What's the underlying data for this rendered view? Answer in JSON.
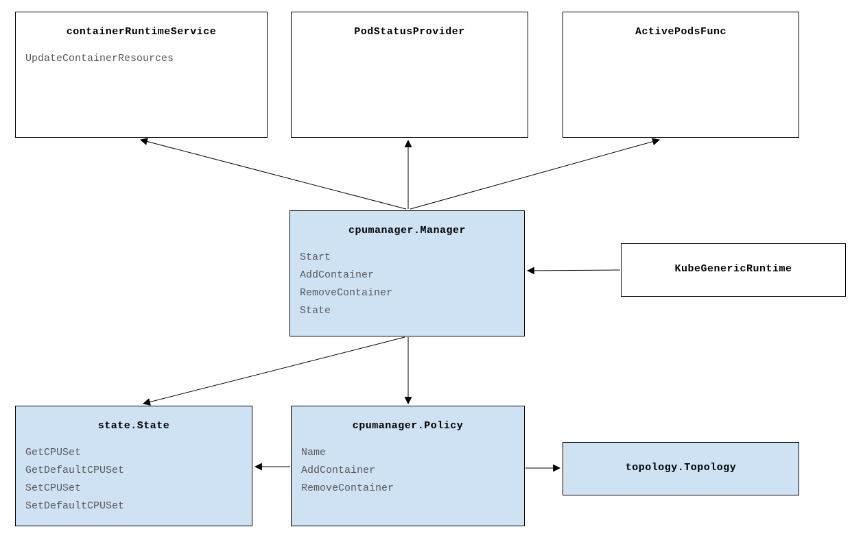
{
  "diagram": {
    "boxes": [
      {
        "title": "containerRuntimeService",
        "methods": [
          "UpdateContainerResources"
        ],
        "fill": "#ffffff"
      },
      {
        "title": "PodStatusProvider",
        "methods": [],
        "fill": "#ffffff"
      },
      {
        "title": "ActivePodsFunc",
        "methods": [],
        "fill": "#ffffff"
      },
      {
        "title": "cpumanager.Manager",
        "methods": [
          "Start",
          "AddContainer",
          "RemoveContainer",
          "State"
        ],
        "fill": "#cfe2f3"
      },
      {
        "title": "KubeGenericRuntime",
        "methods": [],
        "fill": "#ffffff"
      },
      {
        "title": "state.State",
        "methods": [
          "GetCPUSet",
          "GetDefaultCPUSet",
          "SetCPUSet",
          "SetDefaultCPUSet"
        ],
        "fill": "#cfe2f3"
      },
      {
        "title": "cpumanager.Policy",
        "methods": [
          "Name",
          "AddContainer",
          "RemoveContainer"
        ],
        "fill": "#cfe2f3"
      },
      {
        "title": "topology.Topology",
        "methods": [],
        "fill": "#cfe2f3"
      }
    ],
    "arrows": [
      {
        "from": "cpumanager.Manager",
        "to": "containerRuntimeService"
      },
      {
        "from": "cpumanager.Manager",
        "to": "PodStatusProvider"
      },
      {
        "from": "cpumanager.Manager",
        "to": "ActivePodsFunc"
      },
      {
        "from": "KubeGenericRuntime",
        "to": "cpumanager.Manager"
      },
      {
        "from": "cpumanager.Manager",
        "to": "state.State"
      },
      {
        "from": "cpumanager.Manager",
        "to": "cpumanager.Policy"
      },
      {
        "from": "cpumanager.Policy",
        "to": "state.State"
      },
      {
        "from": "cpumanager.Policy",
        "to": "topology.Topology"
      }
    ],
    "colors": {
      "highlight_fill": "#cfe2f3",
      "plain_fill": "#ffffff",
      "border": "#000000",
      "title_text": "#000000",
      "method_text": "#595959",
      "arrow": "#000000"
    }
  }
}
